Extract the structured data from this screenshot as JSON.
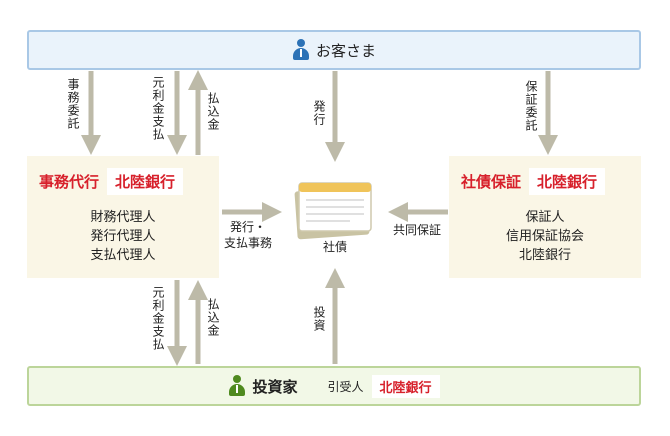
{
  "customer": {
    "label": "お客さま"
  },
  "investor": {
    "label": "投資家",
    "underwriter_label": "引受人",
    "underwriter_bank": "北陸銀行"
  },
  "agent_box": {
    "title": "事務代行",
    "bank": "北陸銀行",
    "roles": [
      "財務代理人",
      "発行代理人",
      "支払代理人"
    ]
  },
  "guarantee_box": {
    "title": "社債保証",
    "bank": "北陸銀行",
    "roles": [
      "保証人",
      "信用保証協会",
      "北陸銀行"
    ]
  },
  "bond": {
    "label": "社債"
  },
  "flows": {
    "jimu_itaku": "事務委託",
    "ganri_top": "元利金支払",
    "haraikomi_top": "払込金",
    "hakko": "発行",
    "hosho_itaku": "保証委託",
    "hakko_shiharai": [
      "発行・",
      "支払事務"
    ],
    "kyodo_hosho": "共同保証",
    "ganri_bottom": "元利金支払",
    "haraikomi_bottom": "払込金",
    "toshi": "投資"
  },
  "colors": {
    "arrow": "#bdbaa8",
    "accent_red": "#d7202b",
    "customer_icon": "#2c72b6",
    "investor_icon": "#4f8a1f"
  }
}
